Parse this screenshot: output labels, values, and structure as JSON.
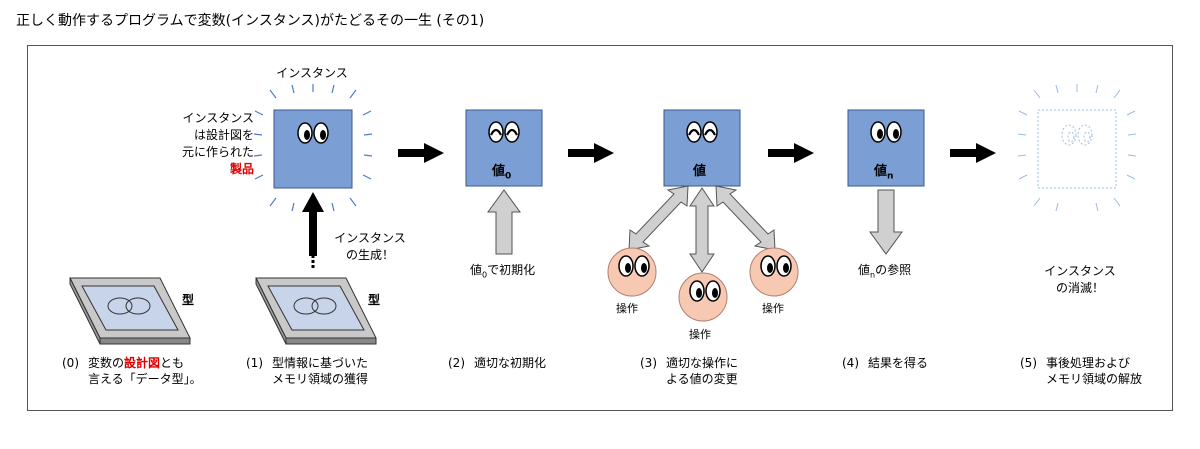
{
  "title": "正しく動作するプログラムで変数(インスタンス)がたどるその一生 (その1)",
  "colors": {
    "box": "#7b9fd4",
    "boxBorder": "#3a5a8c",
    "arrowGray": "#d0d0d0",
    "face": "#f7c9b3",
    "red": "#e00000",
    "glow": "#4a7bd0"
  },
  "labels": {
    "instance_top": "インスタンス",
    "instance_desc_1": "インスタンス",
    "instance_desc_2": "は設計図を",
    "instance_desc_3": "元に作られた",
    "instance_desc_4": "製品",
    "create_1": "インスタンス",
    "create_2": "の生成！",
    "kata": "型",
    "box2": "値",
    "box2_sub": "0",
    "box3": "値",
    "box4": "値",
    "box4_sub": "n",
    "init_pre": "値",
    "init_sub": "0",
    "init_post": "で初期化",
    "ref_pre": "値",
    "ref_sub": "n",
    "ref_post": "の参照",
    "op": "操作",
    "destroy_1": "インスタンス",
    "destroy_2": "の消滅！"
  },
  "steps": [
    {
      "num": "(0)",
      "l1a": "変数の",
      "l1b": "設計図",
      "l1c": "とも",
      "l2": "言える「データ型」。"
    },
    {
      "num": "(1)",
      "l1": "型情報に基づいた",
      "l2": "メモリ領域の獲得"
    },
    {
      "num": "(2)",
      "l1": "適切な初期化"
    },
    {
      "num": "(3)",
      "l1": "適切な操作に",
      "l2": "よる値の変更"
    },
    {
      "num": "(4)",
      "l1": "結果を得る"
    },
    {
      "num": "(5)",
      "l1": "事後処理および",
      "l2": "メモリ領域の解放"
    }
  ]
}
